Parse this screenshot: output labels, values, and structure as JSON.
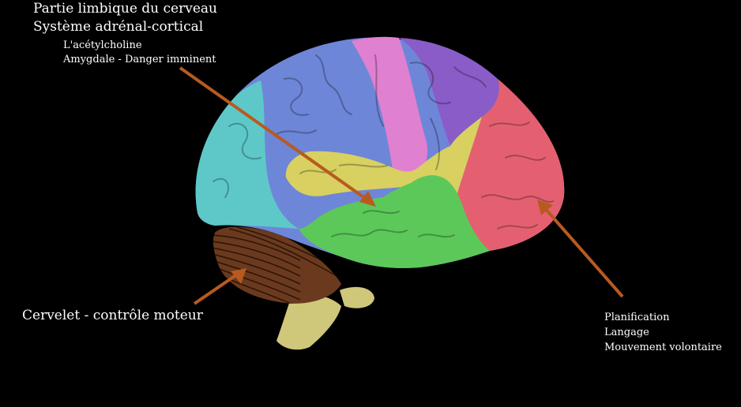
{
  "labels": {
    "limbic_title": "Partie limbique du cerveau",
    "adrenal_title": "Système adrénal-cortical",
    "acetylcholine": "L'acétylcholine",
    "amygdala": "Amygdale -  Danger imminent",
    "cerebellum": "Cervelet - contrôle moteur",
    "planning": "Planification",
    "language": "Langage",
    "voluntary_movement": "Mouvement volontaire"
  },
  "colors": {
    "background": "#000000",
    "frontal_lobe": "#e46070",
    "motor_cortex": "#8a5cc8",
    "somatosensory_cortex": "#e080d0",
    "parietal_lobe": "#6e86d8",
    "occipital_lobe": "#5ec8c8",
    "temporal_lobe": "#5cc85a",
    "limbic_band": "#d8d060",
    "cerebellum": "#6b3a1e",
    "brainstem": "#cfc77a",
    "arrow": "#b85a20",
    "text": "#ffffff"
  }
}
